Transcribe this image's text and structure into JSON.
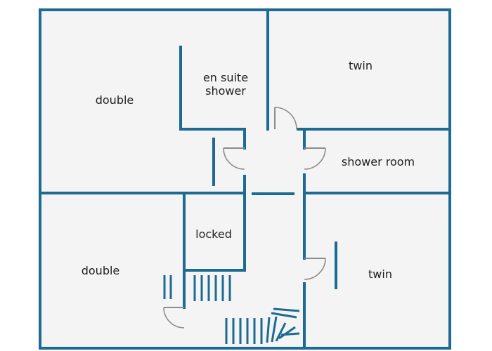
{
  "rooms": {
    "double_top": "double",
    "en_suite_line1": "en suite",
    "en_suite_line2": "shower",
    "twin_top": "twin",
    "shower_room": "shower room",
    "locked": "locked",
    "double_bottom": "double",
    "twin_bottom": "twin"
  },
  "colors": {
    "wall": "#1d6a92",
    "floor": "#f3f4f3",
    "door": "#8c8c8c",
    "label": "#1f1f1f"
  }
}
